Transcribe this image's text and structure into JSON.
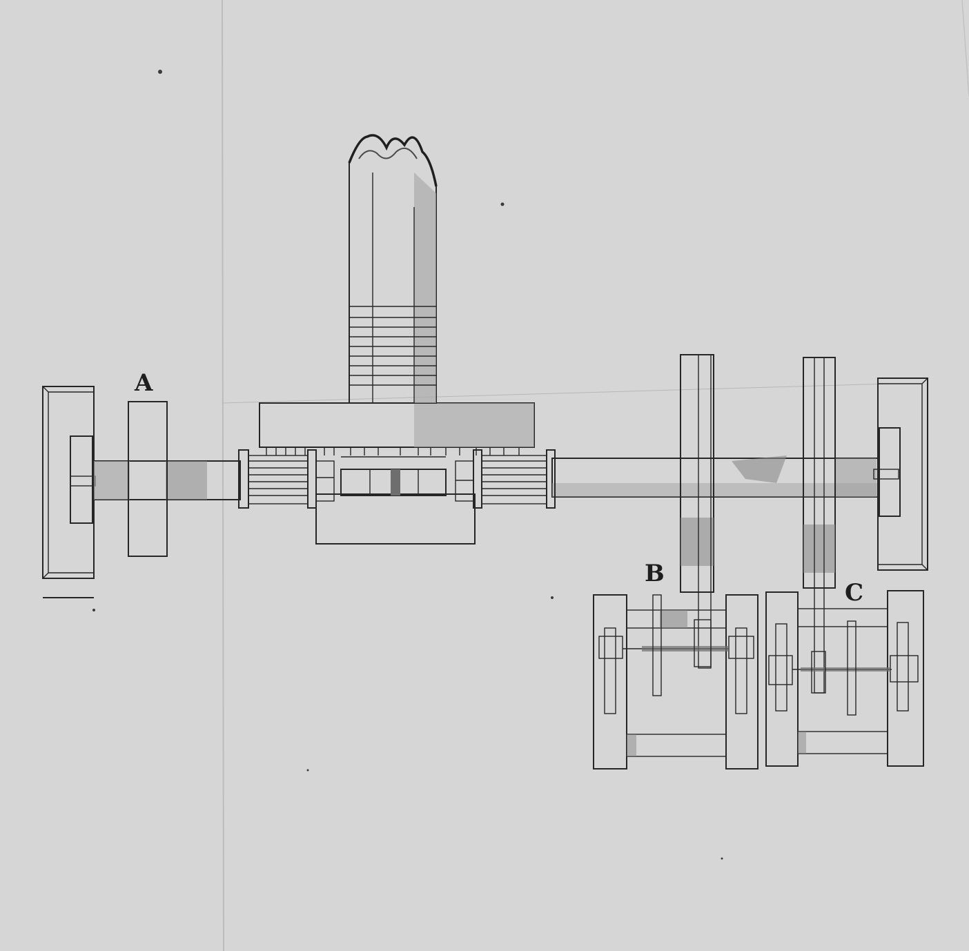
{
  "labels": {
    "a": "A",
    "b": "B",
    "c": "C"
  },
  "colors": {
    "paper": "#d9d9d9",
    "wash_light": "#c7c7c7",
    "wash_mid": "#b3b3b3",
    "wash_dark": "#8f8f8f",
    "ink": "#262626"
  }
}
